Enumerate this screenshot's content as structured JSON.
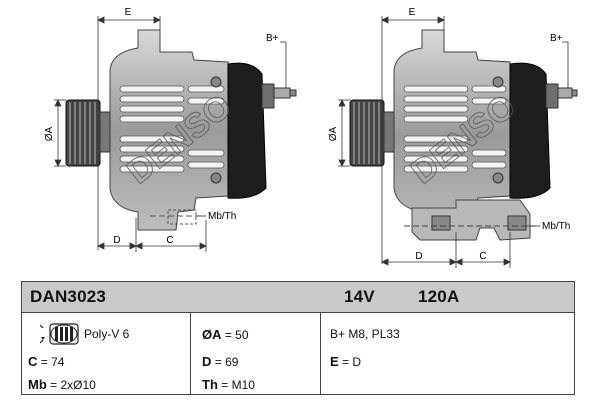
{
  "drawing": {
    "brand_watermark": "DENSO",
    "left_view": {
      "dim_e": "E",
      "dim_d": "D",
      "dim_c": "C",
      "dim_a": "ØA",
      "terminal": "B+",
      "mount": "Mb/Th"
    },
    "right_view": {
      "dim_e": "E",
      "dim_d": "D",
      "dim_c": "C",
      "dim_a": "ØA",
      "terminal": "B+",
      "mount": "Mb/Th"
    }
  },
  "spec": {
    "model": "DAN3023",
    "voltage": "14V",
    "current": "120A",
    "pulley": {
      "icon": "pulley-icon",
      "text": "Poly-V 6"
    },
    "c": {
      "label": "C",
      "value": "= 74"
    },
    "mb": {
      "label": "Mb",
      "value": "= 2xØ10"
    },
    "a": {
      "label": "ØA",
      "value": "= 50"
    },
    "d": {
      "label": "D",
      "value": "= 69"
    },
    "th": {
      "label": "Th",
      "value": "= M10"
    },
    "bplus": {
      "text": "B+ M8, PL33"
    },
    "e": {
      "label": "E",
      "value": "= D"
    }
  }
}
